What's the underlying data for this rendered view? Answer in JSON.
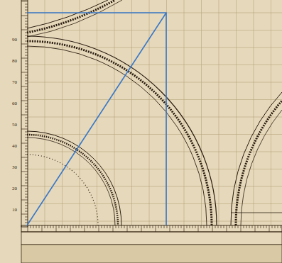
{
  "diagram": {
    "labels": [
      "10",
      "20",
      "30",
      "40",
      "50",
      "60",
      "70",
      "80",
      "90"
    ]
  }
}
